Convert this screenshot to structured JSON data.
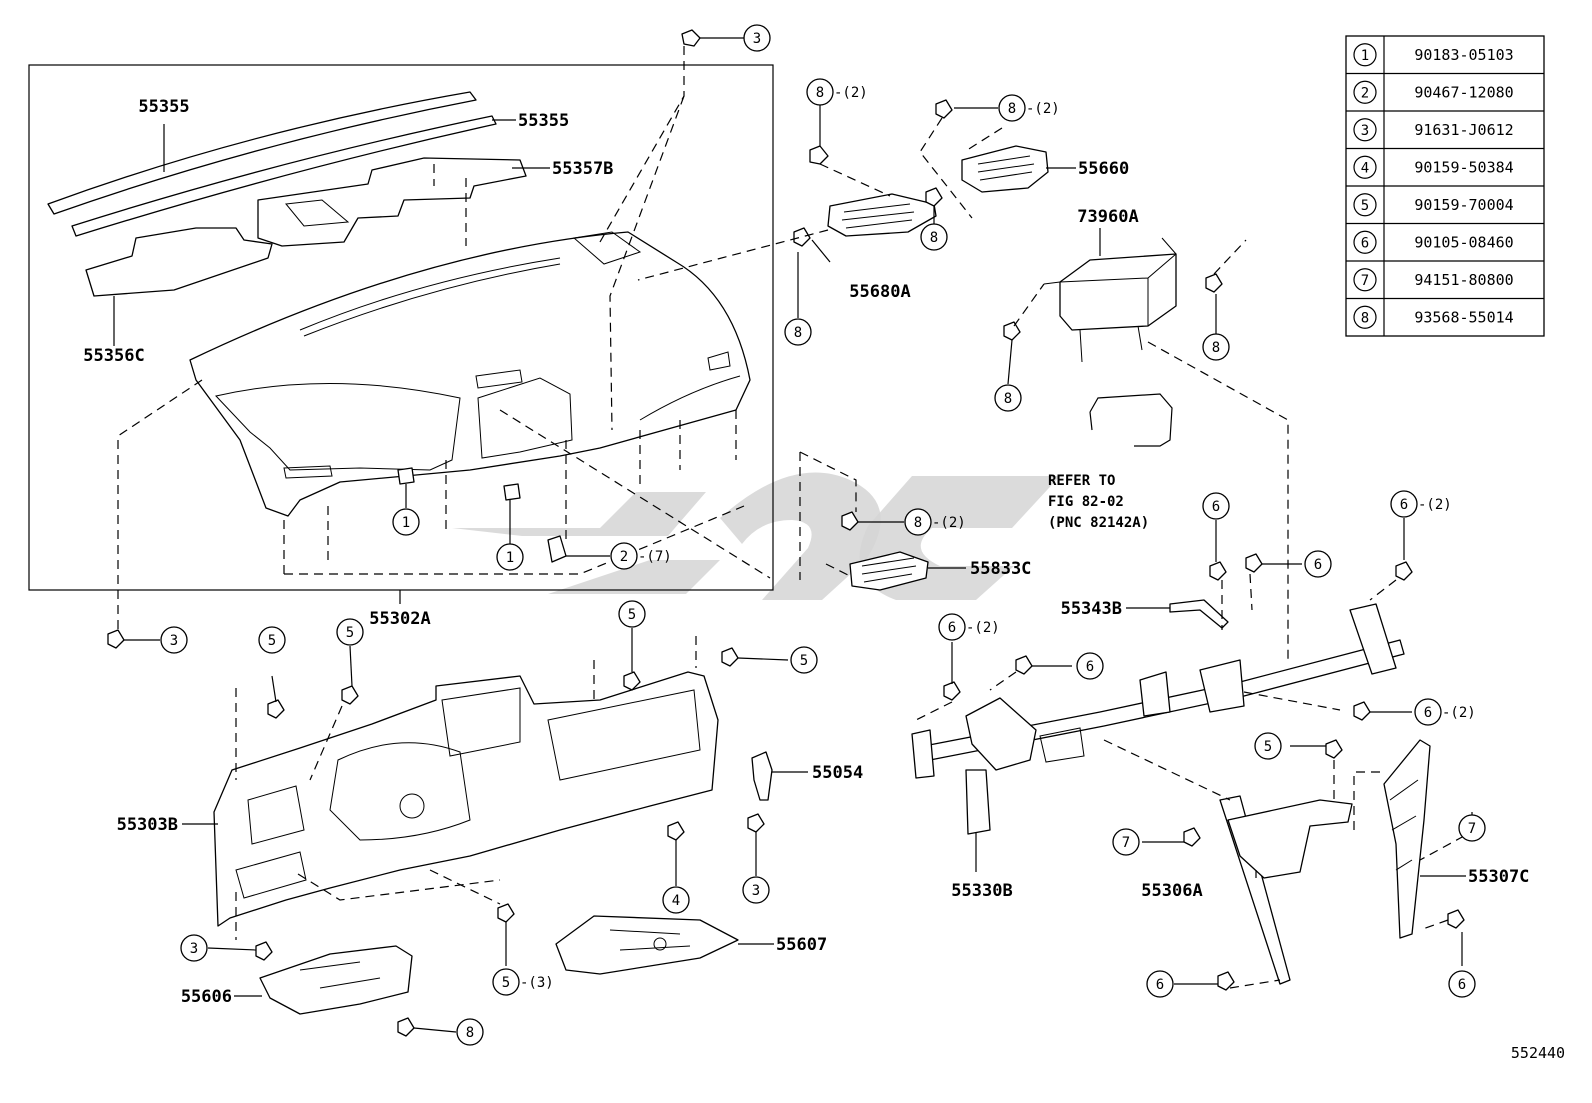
{
  "diagram": {
    "figure_id": "552440",
    "box_label": "55302A",
    "parts": [
      {
        "id": "55355a",
        "label": "55355"
      },
      {
        "id": "55355b",
        "label": "55355"
      },
      {
        "id": "55357b",
        "label": "55357B"
      },
      {
        "id": "55356c",
        "label": "55356C"
      },
      {
        "id": "55302a",
        "label": "55302A"
      },
      {
        "id": "55680a",
        "label": "55680A"
      },
      {
        "id": "55660",
        "label": "55660"
      },
      {
        "id": "73960a",
        "label": "73960A"
      },
      {
        "id": "55833c",
        "label": "55833C"
      },
      {
        "id": "55343b",
        "label": "55343B"
      },
      {
        "id": "55054",
        "label": "55054"
      },
      {
        "id": "55303b",
        "label": "55303B"
      },
      {
        "id": "55607",
        "label": "55607"
      },
      {
        "id": "55606",
        "label": "55606"
      },
      {
        "id": "55330b",
        "label": "55330B"
      },
      {
        "id": "55306a",
        "label": "55306A"
      },
      {
        "id": "55307c",
        "label": "55307C"
      }
    ],
    "callouts": [
      {
        "n": "3",
        "qty": ""
      },
      {
        "n": "8",
        "qty": "-(2)"
      },
      {
        "n": "8",
        "qty": "-(2)"
      },
      {
        "n": "8",
        "qty": ""
      },
      {
        "n": "8",
        "qty": ""
      },
      {
        "n": "8",
        "qty": ""
      },
      {
        "n": "8",
        "qty": ""
      },
      {
        "n": "1",
        "qty": ""
      },
      {
        "n": "1",
        "qty": ""
      },
      {
        "n": "2",
        "qty": "-(7)"
      },
      {
        "n": "8",
        "qty": "-(2)"
      },
      {
        "n": "6",
        "qty": ""
      },
      {
        "n": "6",
        "qty": "-(2)"
      },
      {
        "n": "6",
        "qty": ""
      },
      {
        "n": "3",
        "qty": ""
      },
      {
        "n": "5",
        "qty": ""
      },
      {
        "n": "5",
        "qty": ""
      },
      {
        "n": "5",
        "qty": ""
      },
      {
        "n": "5",
        "qty": ""
      },
      {
        "n": "6",
        "qty": "-(2)"
      },
      {
        "n": "6",
        "qty": ""
      },
      {
        "n": "6",
        "qty": "-(2)"
      },
      {
        "n": "5",
        "qty": ""
      },
      {
        "n": "7",
        "qty": ""
      },
      {
        "n": "7",
        "qty": ""
      },
      {
        "n": "4",
        "qty": ""
      },
      {
        "n": "3",
        "qty": ""
      },
      {
        "n": "3",
        "qty": ""
      },
      {
        "n": "5",
        "qty": "-(3)"
      },
      {
        "n": "8",
        "qty": ""
      },
      {
        "n": "6",
        "qty": ""
      },
      {
        "n": "6",
        "qty": ""
      }
    ],
    "reference_note": [
      "REFER TO",
      "FIG 82-02",
      "(PNC 82142A)"
    ]
  },
  "legend": [
    {
      "n": "1",
      "part_no": "90183-05103"
    },
    {
      "n": "2",
      "part_no": "90467-12080"
    },
    {
      "n": "3",
      "part_no": "91631-J0612"
    },
    {
      "n": "4",
      "part_no": "90159-50384"
    },
    {
      "n": "5",
      "part_no": "90159-70004"
    },
    {
      "n": "6",
      "part_no": "90105-08460"
    },
    {
      "n": "7",
      "part_no": "94151-80800"
    },
    {
      "n": "8",
      "part_no": "93568-55014"
    }
  ]
}
